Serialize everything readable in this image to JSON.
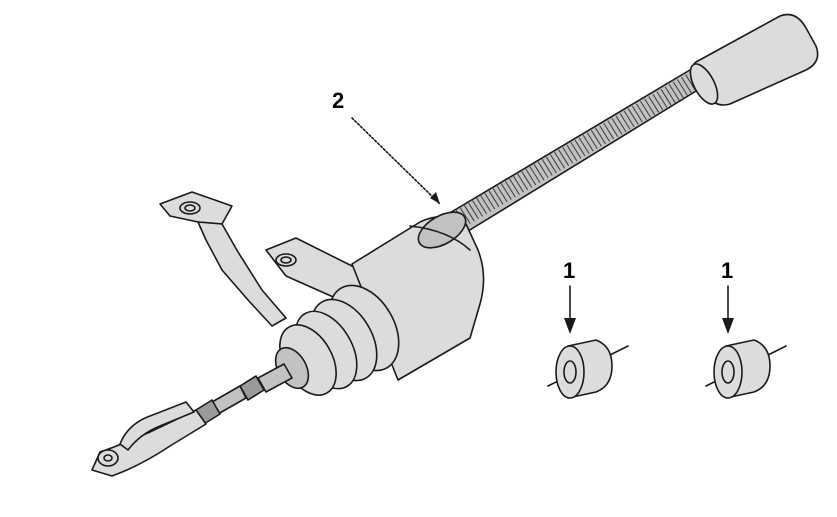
{
  "callouts": [
    {
      "id": "rod-callout",
      "label": "2"
    },
    {
      "id": "spacer-left-callout",
      "label": "1"
    },
    {
      "id": "spacer-right-callout",
      "label": "1"
    }
  ],
  "colors": {
    "background": "#ffffff",
    "line": "#1a1a1a",
    "shading": "#c2c2c2"
  }
}
